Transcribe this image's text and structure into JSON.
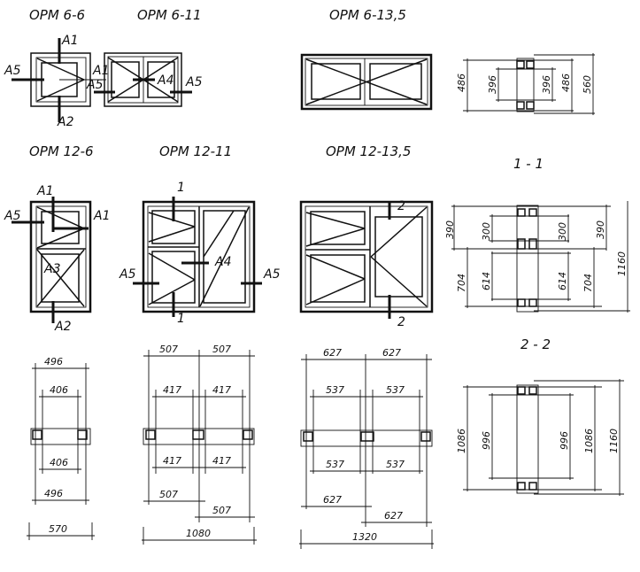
{
  "titles": {
    "opm_6_6": "ОРМ 6-6",
    "opm_6_11": "ОРМ 6-11",
    "opm_6_13_5": "ОРМ 6-13,5",
    "opm_12_6": "ОРМ 12-6",
    "opm_12_11": "ОРМ 12-11",
    "opm_12_13_5": "ОРМ 12-13,5",
    "section_1_1": "1 - 1",
    "section_2_2": "2 - 2"
  },
  "axis_labels": {
    "a1": "A1",
    "a2": "A2",
    "a3": "A3",
    "a4": "A4",
    "a5": "A5",
    "cut1": "1",
    "cut2": "2"
  },
  "section_top": {
    "d486l": "486",
    "d396l": "396",
    "d396r": "396",
    "d486r": "486",
    "d560": "560"
  },
  "section_1_1": {
    "d390l": "390",
    "d300l": "300",
    "d300r": "300",
    "d390r": "390",
    "d704l": "704",
    "d614l": "614",
    "d614r": "614",
    "d704r": "704",
    "d1160": "1160"
  },
  "section_2_2": {
    "d1086l": "1086",
    "d996l": "996",
    "d996r": "996",
    "d1086r": "1086",
    "d1160": "1160"
  },
  "plan_6": {
    "top_outer": "496",
    "top_inner": "406",
    "bot_inner": "406",
    "bot_outer": "496",
    "total": "570"
  },
  "plan_11": {
    "top_l": "507",
    "top_r": "507",
    "in_l": "417",
    "in_r": "417",
    "bin_l": "417",
    "bin_r": "417",
    "bot_l": "507",
    "bot_r": "507",
    "total": "1080"
  },
  "plan_13_5": {
    "top_l": "627",
    "top_r": "627",
    "in_l": "537",
    "in_r": "537",
    "bin_l": "537",
    "bin_r": "537",
    "bot_l": "627",
    "bot_r": "627",
    "total": "1320"
  }
}
